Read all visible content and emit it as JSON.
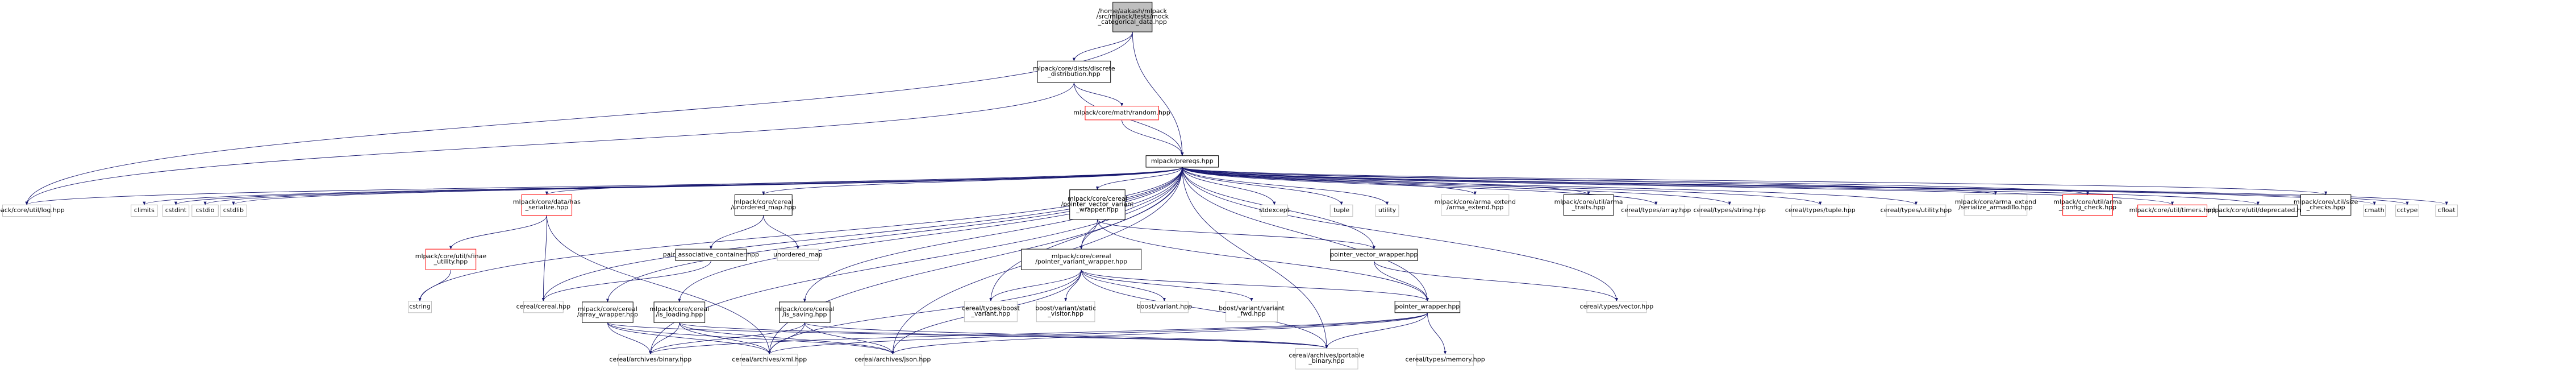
{
  "colors": {
    "node_fill": "#ffffff",
    "root_fill": "#bfbfbf",
    "black_border": "#000000",
    "gray_border": "#bfbfbf",
    "red_border": "#ff0000",
    "edge": "#191970",
    "text": "#000000"
  },
  "nodes": {
    "root": {
      "lines": [
        "/home/aakash/mlpack",
        "/src/mlpack/tests/mock",
        "_categorical_data.hpp"
      ],
      "style": "root"
    },
    "discrete_distribution": {
      "lines": [
        "mlpack/core/dists/discrete",
        "_distribution.hpp"
      ],
      "style": "black"
    },
    "random": {
      "lines": [
        "mlpack/core/math/random.hpp"
      ],
      "style": "red"
    },
    "prereqs": {
      "lines": [
        "mlpack/prereqs.hpp"
      ],
      "style": "black"
    },
    "log": {
      "lines": [
        "mlpack/core/util/log.hpp"
      ],
      "style": "gray"
    },
    "climits": {
      "lines": [
        "climits"
      ],
      "style": "gray"
    },
    "cstdint": {
      "lines": [
        "cstdint"
      ],
      "style": "gray"
    },
    "cstdio": {
      "lines": [
        "cstdio"
      ],
      "style": "gray"
    },
    "cstdlib": {
      "lines": [
        "cstdlib"
      ],
      "style": "gray"
    },
    "has_serialize": {
      "lines": [
        "mlpack/core/data/has",
        "_serialize.hpp"
      ],
      "style": "red"
    },
    "sfinae_utility": {
      "lines": [
        "mlpack/core/util/sfinae",
        "_utility.hpp"
      ],
      "style": "red"
    },
    "cstring": {
      "lines": [
        "cstring"
      ],
      "style": "gray"
    },
    "unordered_map_hpp": {
      "lines": [
        "mlpack/core/cereal",
        "/unordered_map.hpp"
      ],
      "style": "black"
    },
    "pair_associative": {
      "lines": [
        "pair_associative_container.hpp"
      ],
      "style": "black"
    },
    "unordered_map": {
      "lines": [
        "unordered_map"
      ],
      "style": "gray"
    },
    "cereal_hpp": {
      "lines": [
        "cereal/cereal.hpp"
      ],
      "style": "gray"
    },
    "array_wrapper": {
      "lines": [
        "mlpack/core/cereal",
        "/array_wrapper.hpp"
      ],
      "style": "black"
    },
    "is_loading": {
      "lines": [
        "mlpack/core/cereal",
        "/is_loading.hpp"
      ],
      "style": "black"
    },
    "is_saving": {
      "lines": [
        "mlpack/core/cereal",
        "/is_saving.hpp"
      ],
      "style": "black"
    },
    "pointer_variant": {
      "lines": [
        "mlpack/core/cereal",
        "/pointer_vector_variant",
        "_wrapper.hpp"
      ],
      "style": "black"
    },
    "pointer_variant_wrapper": {
      "lines": [
        "mlpack/core/cereal",
        "/pointer_variant_wrapper.hpp"
      ],
      "style": "black"
    },
    "boost_variant": {
      "lines": [
        "cereal/types/boost",
        "_variant.hpp"
      ],
      "style": "gray"
    },
    "static_visitor": {
      "lines": [
        "boost/variant/static",
        "_visitor.hpp"
      ],
      "style": "gray"
    },
    "variant_hpp": {
      "lines": [
        "boost/variant.hpp"
      ],
      "style": "gray"
    },
    "variant_fwd": {
      "lines": [
        "boost/variant/variant",
        "_fwd.hpp"
      ],
      "style": "gray"
    },
    "pointer_vector_wrapper": {
      "lines": [
        "pointer_vector_wrapper.hpp"
      ],
      "style": "black"
    },
    "pointer_wrapper": {
      "lines": [
        "pointer_wrapper.hpp"
      ],
      "style": "black"
    },
    "types_vector": {
      "lines": [
        "cereal/types/vector.hpp"
      ],
      "style": "gray"
    },
    "portable_binary": {
      "lines": [
        "cereal/archives/portable",
        "_binary.hpp"
      ],
      "style": "gray"
    },
    "types_memory": {
      "lines": [
        "cereal/types/memory.hpp"
      ],
      "style": "gray"
    },
    "archives_binary": {
      "lines": [
        "cereal/archives/binary.hpp"
      ],
      "style": "gray"
    },
    "archives_xml": {
      "lines": [
        "cereal/archives/xml.hpp"
      ],
      "style": "gray"
    },
    "archives_json": {
      "lines": [
        "cereal/archives/json.hpp"
      ],
      "style": "gray"
    },
    "stdexcept": {
      "lines": [
        "stdexcept"
      ],
      "style": "gray"
    },
    "tuple": {
      "lines": [
        "tuple"
      ],
      "style": "gray"
    },
    "utility": {
      "lines": [
        "utility"
      ],
      "style": "gray"
    },
    "arma_extend": {
      "lines": [
        "mlpack/core/arma_extend",
        "/arma_extend.hpp"
      ],
      "style": "gray"
    },
    "arma_traits": {
      "lines": [
        "mlpack/core/util/arma",
        "_traits.hpp"
      ],
      "style": "black"
    },
    "types_array": {
      "lines": [
        "cereal/types/array.hpp"
      ],
      "style": "gray"
    },
    "types_string": {
      "lines": [
        "cereal/types/string.hpp"
      ],
      "style": "gray"
    },
    "types_tuple": {
      "lines": [
        "cereal/types/tuple.hpp"
      ],
      "style": "gray"
    },
    "types_utility": {
      "lines": [
        "cereal/types/utility.hpp"
      ],
      "style": "gray"
    },
    "serialize_armadillo": {
      "lines": [
        "mlpack/core/arma_extend",
        "/serialize_armadillo.hpp"
      ],
      "style": "gray"
    },
    "arma_config_check": {
      "lines": [
        "mlpack/core/util/arma",
        "_config_check.hpp"
      ],
      "style": "red"
    },
    "timers": {
      "lines": [
        "mlpack/core/util/timers.hpp"
      ],
      "style": "red"
    },
    "deprecated": {
      "lines": [
        "mlpack/core/util/deprecated.hpp"
      ],
      "style": "black"
    },
    "size_checks": {
      "lines": [
        "mlpack/core/util/size",
        "_checks.hpp"
      ],
      "style": "black"
    },
    "cmath": {
      "lines": [
        "cmath"
      ],
      "style": "gray"
    },
    "cctype": {
      "lines": [
        "cctype"
      ],
      "style": "gray"
    },
    "cfloat": {
      "lines": [
        "cfloat"
      ],
      "style": "gray"
    }
  },
  "edges": [
    [
      "root",
      "discrete_distribution"
    ],
    [
      "root",
      "prereqs"
    ],
    [
      "discrete_distribution",
      "random"
    ],
    [
      "discrete_distribution",
      "prereqs"
    ],
    [
      "discrete_distribution",
      "log"
    ],
    [
      "random",
      "prereqs"
    ],
    [
      "root",
      "log"
    ],
    [
      "prereqs",
      "log"
    ],
    [
      "prereqs",
      "climits"
    ],
    [
      "prereqs",
      "cstdint"
    ],
    [
      "prereqs",
      "cstdio"
    ],
    [
      "prereqs",
      "cstdlib"
    ],
    [
      "prereqs",
      "has_serialize"
    ],
    [
      "prereqs",
      "cstring"
    ],
    [
      "prereqs",
      "unordered_map_hpp"
    ],
    [
      "prereqs",
      "array_wrapper"
    ],
    [
      "prereqs",
      "is_loading"
    ],
    [
      "prereqs",
      "is_saving"
    ],
    [
      "prereqs",
      "pointer_variant"
    ],
    [
      "prereqs",
      "pointer_variant_wrapper"
    ],
    [
      "prereqs",
      "boost_variant"
    ],
    [
      "prereqs",
      "pointer_vector_wrapper"
    ],
    [
      "prereqs",
      "pointer_wrapper"
    ],
    [
      "prereqs",
      "types_vector"
    ],
    [
      "prereqs",
      "portable_binary"
    ],
    [
      "prereqs",
      "archives_binary"
    ],
    [
      "prereqs",
      "archives_xml"
    ],
    [
      "prereqs",
      "archives_json"
    ],
    [
      "prereqs",
      "cereal_hpp"
    ],
    [
      "prereqs",
      "stdexcept"
    ],
    [
      "prereqs",
      "tuple"
    ],
    [
      "prereqs",
      "utility"
    ],
    [
      "prereqs",
      "arma_extend"
    ],
    [
      "prereqs",
      "arma_traits"
    ],
    [
      "prereqs",
      "types_array"
    ],
    [
      "prereqs",
      "types_string"
    ],
    [
      "prereqs",
      "types_tuple"
    ],
    [
      "prereqs",
      "types_utility"
    ],
    [
      "prereqs",
      "serialize_armadillo"
    ],
    [
      "prereqs",
      "arma_config_check"
    ],
    [
      "prereqs",
      "timers"
    ],
    [
      "prereqs",
      "deprecated"
    ],
    [
      "prereqs",
      "size_checks"
    ],
    [
      "prereqs",
      "cmath"
    ],
    [
      "prereqs",
      "cctype"
    ],
    [
      "prereqs",
      "cfloat"
    ],
    [
      "has_serialize",
      "sfinae_utility"
    ],
    [
      "has_serialize",
      "cereal_hpp"
    ],
    [
      "has_serialize",
      "archives_xml"
    ],
    [
      "sfinae_utility",
      "cstring"
    ],
    [
      "unordered_map_hpp",
      "pair_associative"
    ],
    [
      "unordered_map_hpp",
      "unordered_map"
    ],
    [
      "pair_associative",
      "cereal_hpp"
    ],
    [
      "array_wrapper",
      "archives_binary"
    ],
    [
      "array_wrapper",
      "archives_xml"
    ],
    [
      "array_wrapper",
      "archives_json"
    ],
    [
      "array_wrapper",
      "portable_binary"
    ],
    [
      "is_loading",
      "archives_binary"
    ],
    [
      "is_loading",
      "archives_xml"
    ],
    [
      "is_loading",
      "archives_json"
    ],
    [
      "is_loading",
      "portable_binary"
    ],
    [
      "is_saving",
      "archives_binary"
    ],
    [
      "is_saving",
      "archives_xml"
    ],
    [
      "is_saving",
      "archives_json"
    ],
    [
      "is_saving",
      "portable_binary"
    ],
    [
      "pointer_variant",
      "pointer_variant_wrapper"
    ],
    [
      "pointer_variant",
      "pointer_vector_wrapper"
    ],
    [
      "pointer_variant",
      "pointer_wrapper"
    ],
    [
      "pointer_variant_wrapper",
      "boost_variant"
    ],
    [
      "pointer_variant_wrapper",
      "static_visitor"
    ],
    [
      "pointer_variant_wrapper",
      "variant_hpp"
    ],
    [
      "pointer_variant_wrapper",
      "variant_fwd"
    ],
    [
      "pointer_variant_wrapper",
      "pointer_wrapper"
    ],
    [
      "pointer_variant_wrapper",
      "archives_xml"
    ],
    [
      "pointer_variant_wrapper",
      "archives_json"
    ],
    [
      "pointer_variant_wrapper",
      "portable_binary"
    ],
    [
      "pointer_vector_wrapper",
      "types_vector"
    ],
    [
      "pointer_vector_wrapper",
      "pointer_wrapper"
    ],
    [
      "pointer_wrapper",
      "types_memory"
    ],
    [
      "pointer_wrapper",
      "portable_binary"
    ],
    [
      "pointer_wrapper",
      "archives_binary"
    ],
    [
      "pointer_wrapper",
      "archives_xml"
    ],
    [
      "pointer_wrapper",
      "archives_json"
    ]
  ]
}
